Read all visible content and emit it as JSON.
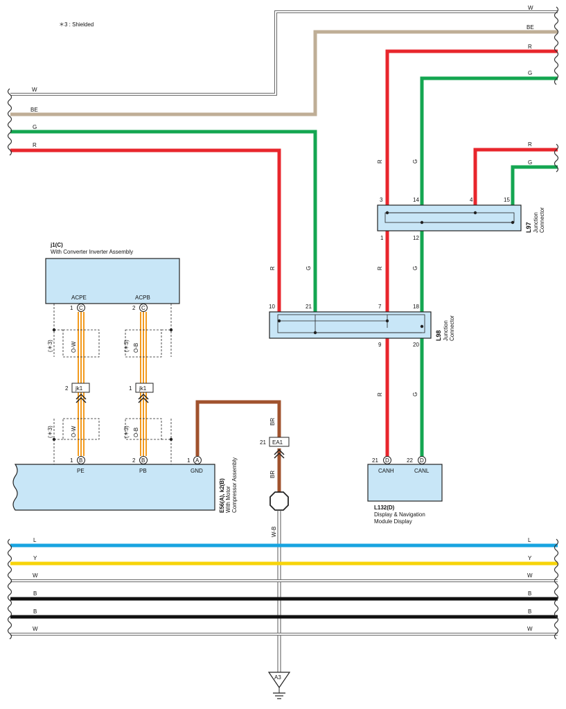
{
  "note": "＊3 : Shielded",
  "colors": {
    "red": "#e8262c",
    "green": "#14a651",
    "beige": "#bfae96",
    "brown": "#a0522d",
    "blue": "#18a4e0",
    "yellow": "#f7d40a",
    "black": "#111111",
    "white_outline": "#666666",
    "orange": "#f29a1e",
    "box_fill": "#c8e6f7"
  },
  "wires": {
    "top_w": "W",
    "top_be": "BE",
    "top_r": "R",
    "top_g": "G",
    "left_w": "W",
    "left_be": "BE",
    "left_g": "G",
    "left_r": "R",
    "l97_r": "R",
    "l97_g": "G",
    "vert_r1": "R",
    "vert_g1": "G",
    "vert_r2": "R",
    "vert_g2": "G",
    "vert_r3": "R",
    "vert_g3": "G",
    "vert_r4": "R",
    "vert_g4": "G",
    "br_top": "BR",
    "br_bottom": "BR",
    "wb": "W-B",
    "ow_top": "O-W",
    "ob_top": "O-B",
    "ow_bottom": "O-W",
    "ob_bottom": "O-B",
    "shield_1": "(＊3)",
    "shield_2": "(＊3)",
    "shield_3": "(＊3)",
    "shield_4": "(＊3)"
  },
  "bus": {
    "l_left": "L",
    "l_right": "L",
    "y_left": "Y",
    "y_right": "Y",
    "w1_left": "W",
    "w1_right": "W",
    "b1_left": "B",
    "b1_right": "B",
    "b2_left": "B",
    "b2_right": "B",
    "w2_left": "W",
    "w2_right": "W"
  },
  "components": {
    "j1": {
      "ref": "j1(C)",
      "name": "With Converter Inverter Assembly",
      "pin1_label": "ACPE",
      "pin2_label": "ACPB",
      "pin1_num": "1",
      "pin2_num": "2",
      "conn": "C"
    },
    "e56": {
      "ref": "E56(A), k2(B)",
      "name_line1": "With Motor",
      "name_line2": "Compressor Assembly",
      "pins": [
        "PE",
        "PB",
        "GND"
      ],
      "pin_nums": [
        "1",
        "2",
        "1"
      ],
      "conns": [
        "B",
        "B",
        "A"
      ]
    },
    "l132": {
      "ref": "L132(D)",
      "name_line1": "Display & Navigation",
      "name_line2": "Module Display",
      "pins": [
        "CANH",
        "CANL"
      ],
      "pin_nums": [
        "21",
        "22"
      ],
      "conn": "D"
    },
    "l97": {
      "ref": "L97",
      "name_line1": "Junction",
      "name_line2": "Connector",
      "pins": [
        "3",
        "14",
        "4",
        "15",
        "1",
        "12"
      ]
    },
    "l98": {
      "ref": "L98",
      "name_line1": "Junction",
      "name_line2": "Connector",
      "pins": [
        "10",
        "21",
        "7",
        "18",
        "9",
        "20"
      ]
    }
  },
  "connectors": {
    "jk1_a": "jk1",
    "jk1_b": "jk1",
    "jk1_a_pin": "2",
    "jk1_b_pin": "1",
    "ea1": "EA1",
    "ea1_pin": "21",
    "ground": "A3"
  }
}
